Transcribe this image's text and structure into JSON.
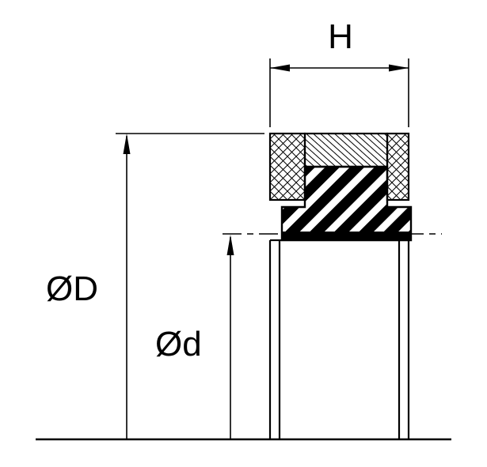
{
  "diagram": {
    "type": "seal-cross-section-technical-drawing",
    "labels": {
      "width": "H",
      "outer_diameter": "ØD",
      "inner_diameter": "Ød"
    },
    "colors": {
      "line": "#000000",
      "background": "#ffffff",
      "fill_solid": "#000000"
    },
    "hatches": {
      "fabric": "crosshatch",
      "elastomer": "bold-diagonal-stripes",
      "spring": "fine-diagonal-lines"
    }
  }
}
